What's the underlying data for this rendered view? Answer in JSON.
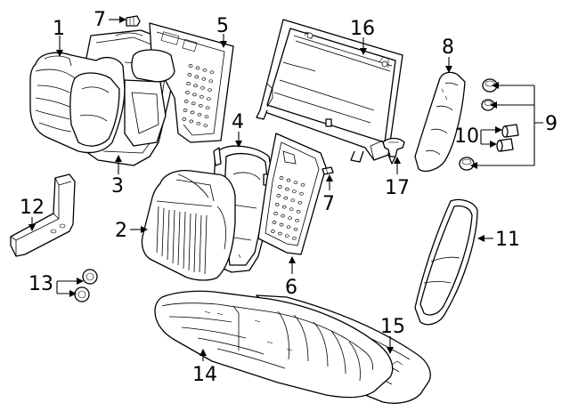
{
  "callouts": {
    "c1": "1",
    "c2": "2",
    "c3": "3",
    "c4": "4",
    "c5": "5",
    "c6": "6",
    "c7a": "7",
    "c7b": "7",
    "c8": "8",
    "c9": "9",
    "c10": "10",
    "c11": "11",
    "c12": "12",
    "c13": "13",
    "c14": "14",
    "c15": "15",
    "c16": "16",
    "c17": "17"
  },
  "parts": {
    "p1": "seatback-cushion-left",
    "p2": "seatback-cushion-right",
    "p3": "seatback-frame-left",
    "p4": "seatback-frame-right",
    "p5": "seatback-panel-left",
    "p6": "seatback-panel-right",
    "p7": "clip",
    "p8": "side-bolster",
    "p9": "round-bumpers",
    "p10": "stopper-pads",
    "p11": "side-bolster-cover",
    "p12": "armrest-bracket",
    "p13": "grommets",
    "p14": "seat-cushion",
    "p15": "seat-cushion-frame",
    "p16": "pass-through-frame",
    "p17": "striker-bolt"
  },
  "colors": {
    "line": "#000000",
    "background": "#ffffff"
  }
}
